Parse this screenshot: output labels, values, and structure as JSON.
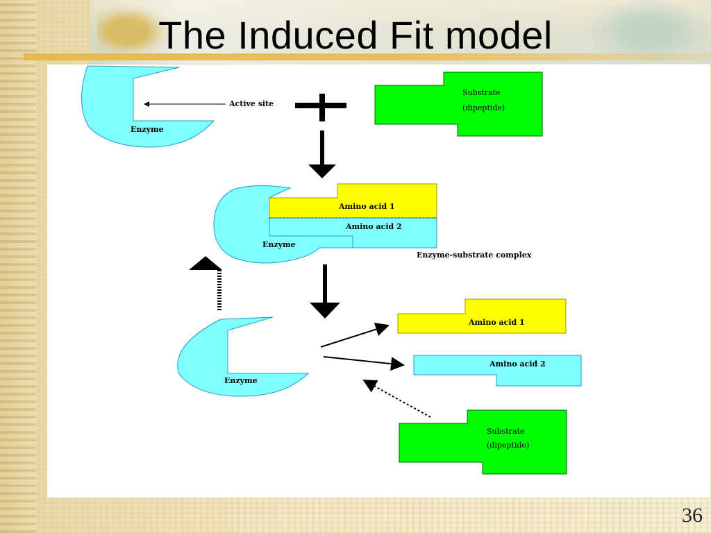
{
  "slide": {
    "title": "The Induced Fit model",
    "page_number": "36"
  },
  "diagram": {
    "top_row": {
      "active_site_label": "Active site",
      "enzyme_label": "Enzyme",
      "substrate_label_line1": "Substrate",
      "substrate_label_line2": "(dipeptide)"
    },
    "complex": {
      "amino_acid_1_label": "Amino acid 1",
      "amino_acid_2_label": "Amino acid 2",
      "enzyme_label": "Enzyme",
      "complex_label": "Enzyme-substrate complex"
    },
    "products": {
      "enzyme_label": "Enzyme",
      "amino_acid_1_label": "Amino acid 1",
      "amino_acid_2_label": "Amino acid 2",
      "substrate_label_line1": "Substrate",
      "substrate_label_line2": "(dipeptide)"
    },
    "colors": {
      "enzyme": "#80ffff",
      "substrate": "#00ff00",
      "amino_acid_1": "#ffff00",
      "amino_acid_2": "#80ffff",
      "title_underline": "#e6b84f"
    }
  }
}
